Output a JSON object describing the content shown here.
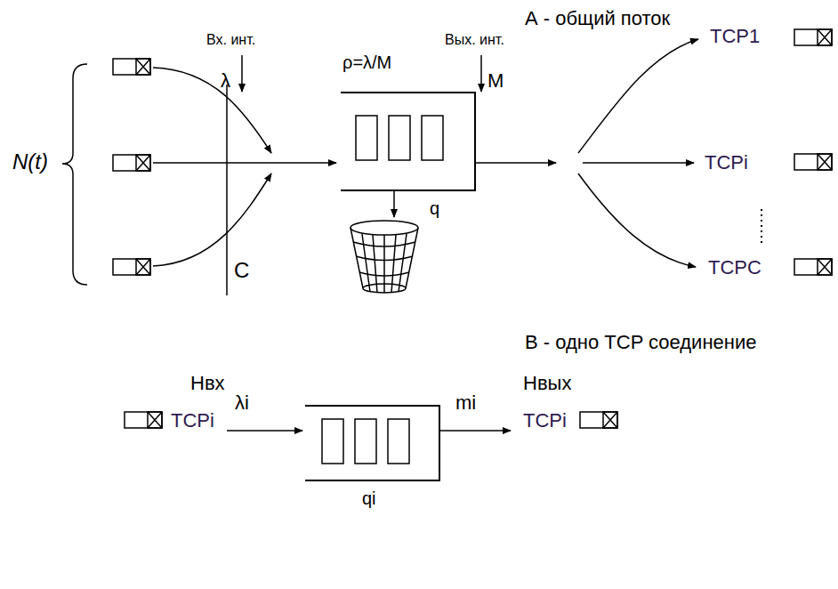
{
  "diagram": {
    "nodes": [
      {
        "text": [
          "ρ=λ/M",
          "q"
        ]
      },
      {
        "text": [
          "qi"
        ]
      }
    ],
    "labels": [
      "А - общий поток",
      "Вх. инт.",
      "Вых. инт.",
      "λ",
      "M",
      "N(t)",
      "C",
      "TCP1",
      "TCPi",
      "TCPC",
      "В - одно TCP соединение",
      "Hвх",
      "TCPi",
      "λi",
      "mi",
      "Hвых",
      "TCPi"
    ]
  }
}
